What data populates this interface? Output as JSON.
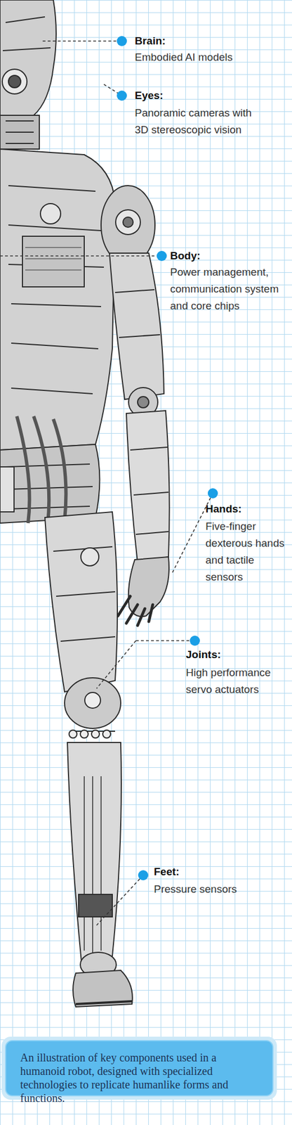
{
  "diagram": {
    "caption": "An illustration of key components used in a humanoid robot, designed with specialized technologies to replicate humanlike forms and functions.",
    "labels": [
      "Brain:",
      "Embodied AI models",
      "Eyes:",
      "Panoramic cameras with 3D stereoscopic vision",
      "Body:",
      "Power management, communication system and core chips",
      "Hands:",
      "Five-finger dexterous hands and tactile sensors",
      "Joints:",
      "High performance servo actuators",
      "Feet:",
      "Pressure sensors"
    ]
  }
}
